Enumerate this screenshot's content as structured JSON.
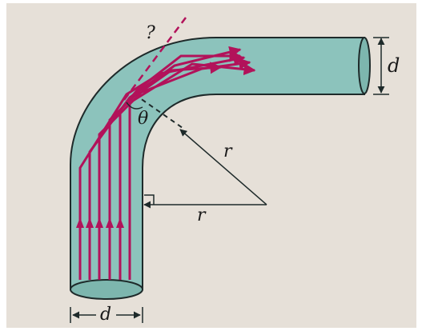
{
  "figure": {
    "labels": {
      "question": "?",
      "theta": "θ",
      "r_upper": "r",
      "r_lower": "r",
      "d_right": "d",
      "d_bottom": "d"
    },
    "colors": {
      "page_background": "#e6e0d8",
      "fiber_fill": "#8cc3bc",
      "fiber_stroke": "#1e2a2a",
      "ray": "#b2125a",
      "annotation": "#1e2a2a",
      "label_text": "#1a1a1a"
    }
  }
}
